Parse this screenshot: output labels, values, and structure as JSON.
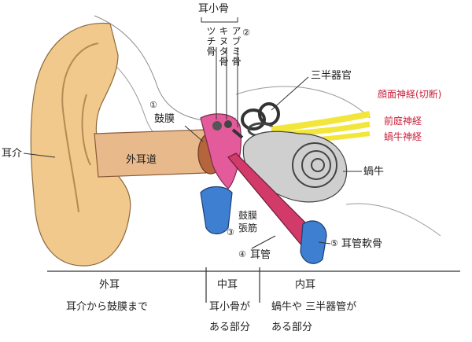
{
  "parts": {
    "pinna": "耳介",
    "ear_canal": "外耳道",
    "eardrum_num": "①",
    "eardrum": "鼓膜",
    "ossicles_title": "耳小骨",
    "ossicle_hammer": "ツチ骨",
    "ossicle_anvil": "キヌタ骨",
    "ossicle_stirrup": "アブミ骨",
    "ossicle_num": "②",
    "semicircular": "三半器官",
    "facial_nerve": "顔面神経(切断)",
    "vestibular_nerve": "前庭神経",
    "cochlear_nerve": "蝸牛神経",
    "cochlea": "蝸牛",
    "tensor_num": "③",
    "tensor_line1": "鼓膜",
    "tensor_line2": "張筋",
    "tube_num": "④",
    "tube": "耳管",
    "tube_cart_num": "⑤",
    "tube_cart": "耳管軟骨"
  },
  "sections": [
    {
      "title": "外耳",
      "desc": "耳介から鼓膜まで"
    },
    {
      "title": "中耳",
      "desc1": "耳小骨が",
      "desc2": "ある部分"
    },
    {
      "title": "内耳",
      "desc1": "蝸牛や 三半器管が",
      "desc2": "ある部分"
    }
  ],
  "colors": {
    "pinna": "#f2c98c",
    "canal": "#e8b98a",
    "eardrum": "#b5653c",
    "middle_ear": "#e35b9a",
    "eustachian": "#d23a6a",
    "cartilage": "#3f7fd1",
    "nerve": "#f2e63a",
    "nerve_label": "#c8203a",
    "cochlea": "#cfcfcf"
  }
}
